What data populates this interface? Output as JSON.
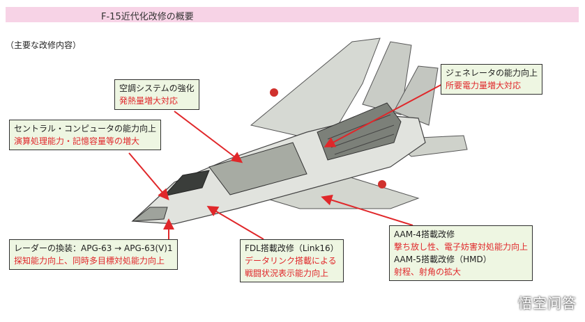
{
  "title": "F-15近代化改修の概要",
  "subtitle": "（主要な改修内容）",
  "callouts": {
    "aircon": {
      "head": "空調システムの強化",
      "detail": "発熱量増大対応"
    },
    "generator": {
      "head": "ジェネレータの能力向上",
      "detail": "所要電力量増大対応"
    },
    "computer": {
      "head": "セントラル・コンピュータの能力向上",
      "detail": "演算処理能力・記憶容量等の増大"
    },
    "radar": {
      "head": "レーダーの換装：APG-63 → APG-63(V)1",
      "detail": "探知能力向上、同時多目標対処能力向上"
    },
    "fdl": {
      "head": "FDL搭載改修（Link16）",
      "detail1": "データリンク搭載による",
      "detail2": "戦闘状況表示能力向上"
    },
    "aam": {
      "head1": "AAM-4搭載改修",
      "detail1": "撃ち放し性、電子妨害対処能力向上",
      "head2": "AAM-5搭載改修（HMD）",
      "detail2": "射程、射角の拡大"
    }
  },
  "watermark": "悟空问答",
  "colors": {
    "title_band": "#f7d3e6",
    "callout_bg": "#eef6e2",
    "highlight_text": "#e0272a",
    "arrow": "#e0272a"
  }
}
